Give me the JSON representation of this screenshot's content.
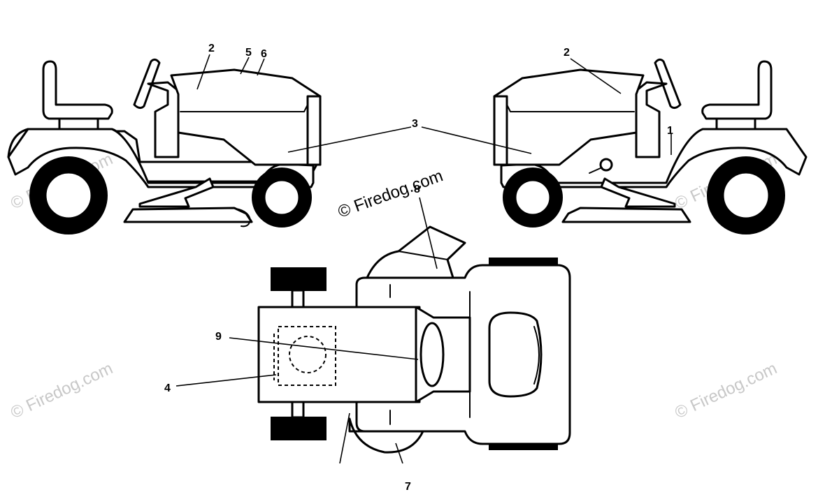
{
  "callouts": {
    "c1": "1",
    "c2_left": "2",
    "c2_right": "2",
    "c3": "3",
    "c4": "4",
    "c5": "5",
    "c6": "6",
    "c7": "7",
    "c8": "8",
    "c9": "9"
  },
  "watermark": {
    "text": "© Firedog.com"
  },
  "colors": {
    "line": "#000000",
    "watermark": "#c8c8c8",
    "background": "#ffffff"
  }
}
